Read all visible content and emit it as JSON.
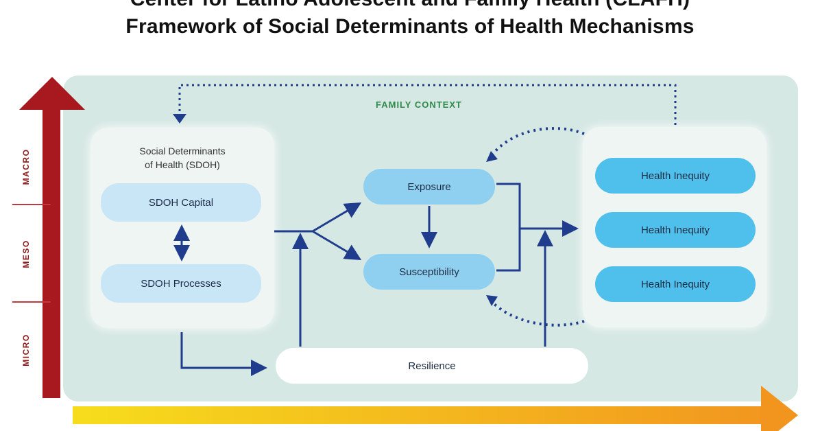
{
  "title": {
    "line1": "Center for Latino Adolescent and Family Health (CLAFH)",
    "line2": "Framework of Social Determinants of Health Mechanisms"
  },
  "context_label": "FAMILY CONTEXT",
  "sdoh": {
    "title_line1": "Social Determinants",
    "title_line2": "of Health (SDOH)",
    "capital": "SDOH Capital",
    "processes": "SDOH Processes"
  },
  "pathway": {
    "exposure": "Exposure",
    "susceptibility": "Susceptibility",
    "resilience": "Resilience"
  },
  "outcomes": [
    "Health Inequity",
    "Health Inequity",
    "Health Inequity"
  ],
  "scale": {
    "macro": "MACRO",
    "meso": "MESO",
    "micro": "MICRO"
  },
  "colors": {
    "panel": "#d6e8e4",
    "arrow": "#1f3d8c",
    "scale_arrow": "#a11d22",
    "time_arrow_start": "#f3d61a",
    "time_arrow_end": "#f29a1f"
  }
}
